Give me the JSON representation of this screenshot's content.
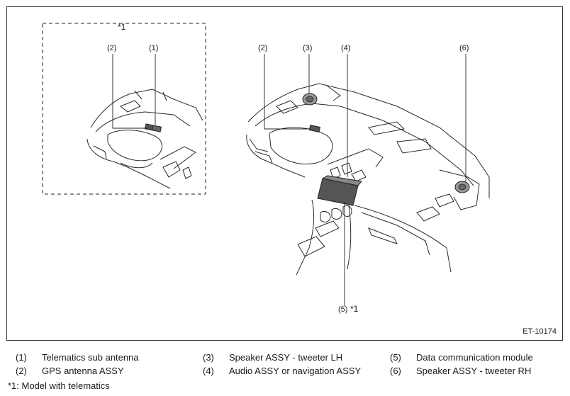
{
  "diagram": {
    "inset_marker": "*1",
    "inset_callouts": [
      "(2)",
      "(1)"
    ],
    "main_callouts": [
      "(2)",
      "(3)",
      "(4)",
      "(6)"
    ],
    "bottom_callout": "(5)",
    "bottom_callout_marker": "*1",
    "figure_code": "ET-10174"
  },
  "legend": {
    "items": [
      {
        "num": "(1)",
        "text": "Telematics sub antenna"
      },
      {
        "num": "(2)",
        "text": "GPS antenna ASSY"
      },
      {
        "num": "(3)",
        "text": "Speaker ASSY - tweeter LH"
      },
      {
        "num": "(4)",
        "text": "Audio ASSY or navigation ASSY"
      },
      {
        "num": "(5)",
        "text": "Data communication module"
      },
      {
        "num": "(6)",
        "text": "Speaker ASSY - tweeter RH"
      }
    ],
    "footnote": "*1: Model with telematics"
  }
}
